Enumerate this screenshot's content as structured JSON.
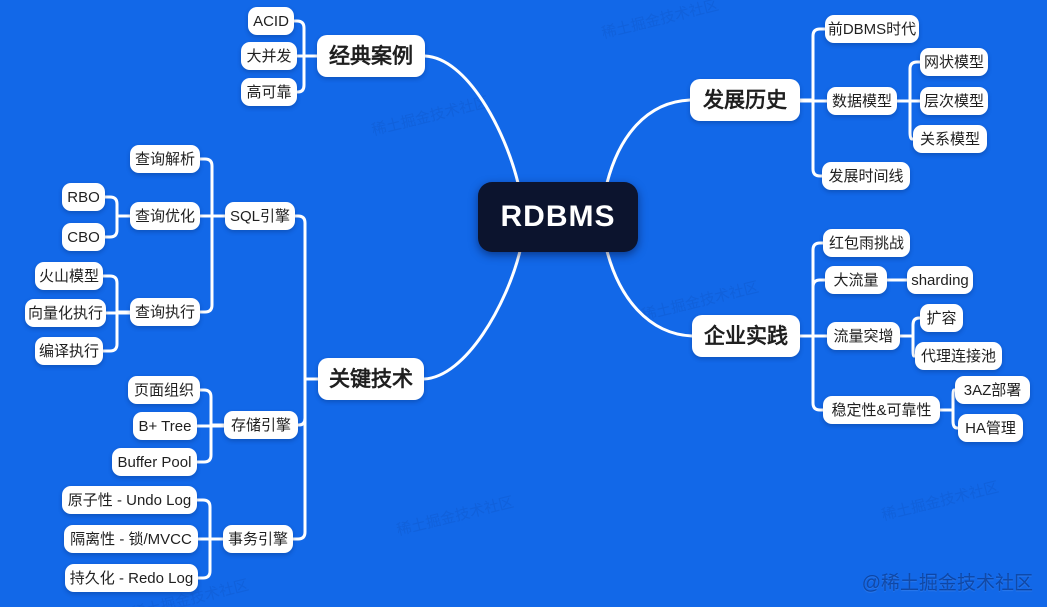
{
  "diagram_type": "mindmap",
  "tree": {
    "label": "RDBMS",
    "children": [
      {
        "label": "经典案例",
        "children": [
          {
            "label": "ACID"
          },
          {
            "label": "大并发"
          },
          {
            "label": "高可靠"
          }
        ]
      },
      {
        "label": "关键技术",
        "children": [
          {
            "label": "SQL引擎",
            "children": [
              {
                "label": "查询解析"
              },
              {
                "label": "查询优化",
                "children": [
                  {
                    "label": "RBO"
                  },
                  {
                    "label": "CBO"
                  }
                ]
              },
              {
                "label": "查询执行",
                "children": [
                  {
                    "label": "火山模型"
                  },
                  {
                    "label": "向量化执行"
                  },
                  {
                    "label": "编译执行"
                  }
                ]
              }
            ]
          },
          {
            "label": "存储引擎",
            "children": [
              {
                "label": "页面组织"
              },
              {
                "label": "B+ Tree"
              },
              {
                "label": "Buffer Pool"
              }
            ]
          },
          {
            "label": "事务引擎",
            "children": [
              {
                "label": "原子性 - Undo Log"
              },
              {
                "label": "隔离性 - 锁/MVCC"
              },
              {
                "label": "持久化 - Redo Log"
              }
            ]
          }
        ]
      },
      {
        "label": "发展历史",
        "children": [
          {
            "label": "前DBMS时代"
          },
          {
            "label": "数据模型",
            "children": [
              {
                "label": "网状模型"
              },
              {
                "label": "层次模型"
              },
              {
                "label": "关系模型"
              }
            ]
          },
          {
            "label": "发展时间线"
          }
        ]
      },
      {
        "label": "企业实践",
        "children": [
          {
            "label": "红包雨挑战"
          },
          {
            "label": "大流量",
            "children": [
              {
                "label": "sharding"
              }
            ]
          },
          {
            "label": "流量突增",
            "children": [
              {
                "label": "扩容"
              },
              {
                "label": "代理连接池"
              }
            ]
          },
          {
            "label": "稳定性&可靠性",
            "children": [
              {
                "label": "3AZ部署"
              },
              {
                "label": "HA管理"
              }
            ]
          }
        ]
      }
    ]
  },
  "watermark": {
    "text": "@稀土掘金技术社区",
    "tile_text": "稀土掘金技术社区"
  },
  "colors": {
    "background": "#1268E8",
    "node_bg": "#FFFFFF",
    "node_text": "#1F1F1F",
    "root_bg": "#0C142E",
    "root_text": "#FFFFFF",
    "connector": "#FFFFFF"
  }
}
